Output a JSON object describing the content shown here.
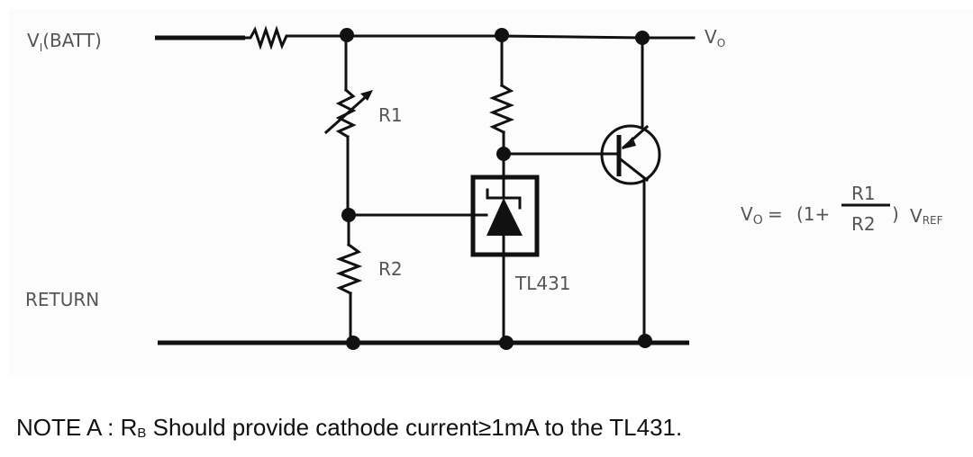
{
  "diagram": {
    "title": "TL431 adjustable voltage regulator with PNP pass transistor",
    "labels": {
      "input": {
        "main": "V",
        "sub": "I",
        "suffix": "(BATT)"
      },
      "return": "RETURN",
      "output": {
        "main": "V",
        "sub": "O"
      },
      "r1": "R1",
      "r2": "R2",
      "ic": "TL431"
    },
    "components": [
      {
        "id": "RB",
        "type": "resistor",
        "location": "series input"
      },
      {
        "id": "R1",
        "type": "variable-resistor",
        "location": "upper divider"
      },
      {
        "id": "R2",
        "type": "resistor",
        "location": "lower divider"
      },
      {
        "id": "R-bias",
        "type": "resistor",
        "location": "TL431 cathode pull-up"
      },
      {
        "id": "U1",
        "type": "shunt-regulator",
        "part": "TL431"
      },
      {
        "id": "Q1",
        "type": "pnp-transistor"
      }
    ],
    "formula": {
      "lhs_main": "V",
      "lhs_sub": "O",
      "equals": "=",
      "open": "(1+",
      "numerator": "R1",
      "denominator": "R2",
      "close": ")",
      "rhs_main": "V",
      "rhs_sub": "REF"
    }
  },
  "note": {
    "prefix": "NOTE A : R",
    "sub": "B",
    "text": " Should provide cathode current≥1mA to the TL431."
  }
}
